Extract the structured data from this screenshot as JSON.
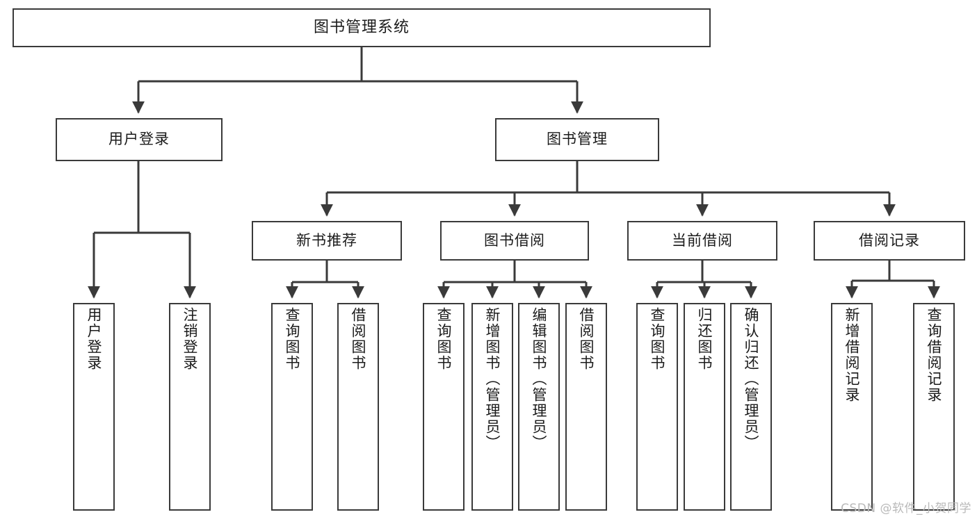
{
  "diagram": {
    "title": "图书管理系统",
    "type": "hierarchy-tree",
    "watermark": "CSDN @软件_小贺同学",
    "colors": {
      "stroke": "#3a3a3a",
      "fill": "#ffffff",
      "text": "#1b1b1b",
      "watermark": "#b9b9b9"
    },
    "nodes": {
      "root": {
        "label": "图书管理系统"
      },
      "level1": [
        {
          "id": "user-login",
          "label": "用户登录"
        },
        {
          "id": "book-management",
          "label": "图书管理"
        }
      ],
      "level2": [
        {
          "id": "new-book-recommend",
          "label": "新书推荐"
        },
        {
          "id": "book-borrow",
          "label": "图书借阅"
        },
        {
          "id": "current-borrow",
          "label": "当前借阅"
        },
        {
          "id": "borrow-record",
          "label": "借阅记录"
        }
      ],
      "leaves": {
        "user-login": [
          {
            "id": "leaf-user-login",
            "label": "用户登录"
          },
          {
            "id": "leaf-logout-login",
            "label": "注销登录"
          }
        ],
        "new-book-recommend": [
          {
            "id": "leaf-query-book-1",
            "label": "查询图书"
          },
          {
            "id": "leaf-borrow-book-1",
            "label": "借阅图书"
          }
        ],
        "book-borrow": [
          {
            "id": "leaf-query-book-2",
            "label": "查询图书"
          },
          {
            "id": "leaf-add-book",
            "label": "新增图书（管理员）"
          },
          {
            "id": "leaf-edit-book",
            "label": "编辑图书（管理员）"
          },
          {
            "id": "leaf-borrow-book-2",
            "label": "借阅图书"
          }
        ],
        "current-borrow": [
          {
            "id": "leaf-query-book-3",
            "label": "查询图书"
          },
          {
            "id": "leaf-return-book",
            "label": "归还图书"
          },
          {
            "id": "leaf-confirm-return",
            "label": "确认归还（管理员）"
          }
        ],
        "borrow-record": [
          {
            "id": "leaf-add-record",
            "label": "新增借阅记录"
          },
          {
            "id": "leaf-query-record",
            "label": "查询借阅记录"
          }
        ]
      }
    }
  }
}
